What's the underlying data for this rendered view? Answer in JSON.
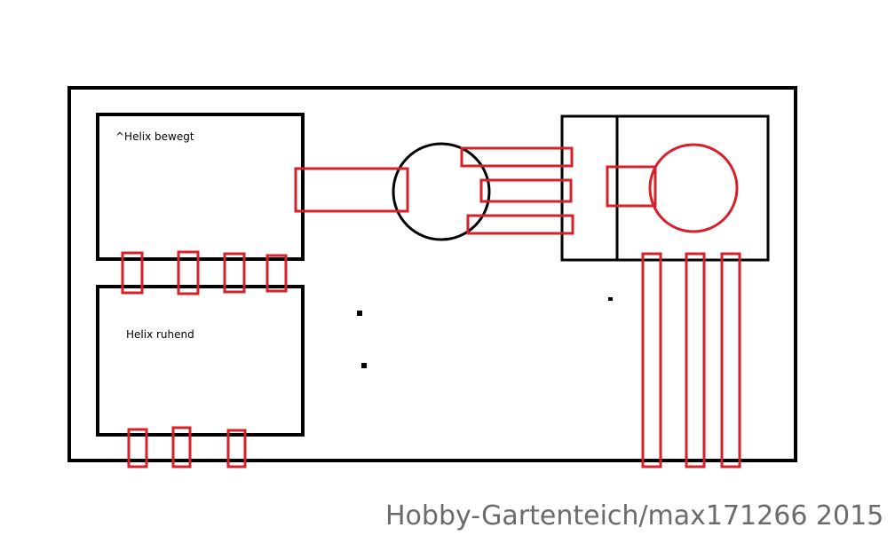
{
  "boxes": {
    "moving_helix": {
      "label": "^Helix bewegt"
    },
    "resting_helix": {
      "label": "Helix ruhend"
    }
  },
  "watermark": "Hobby-Gartenteich/max171266 2015",
  "colors": {
    "outline": "#000000",
    "pipe": "#d6202a",
    "watermark": "#6b6b6b"
  }
}
